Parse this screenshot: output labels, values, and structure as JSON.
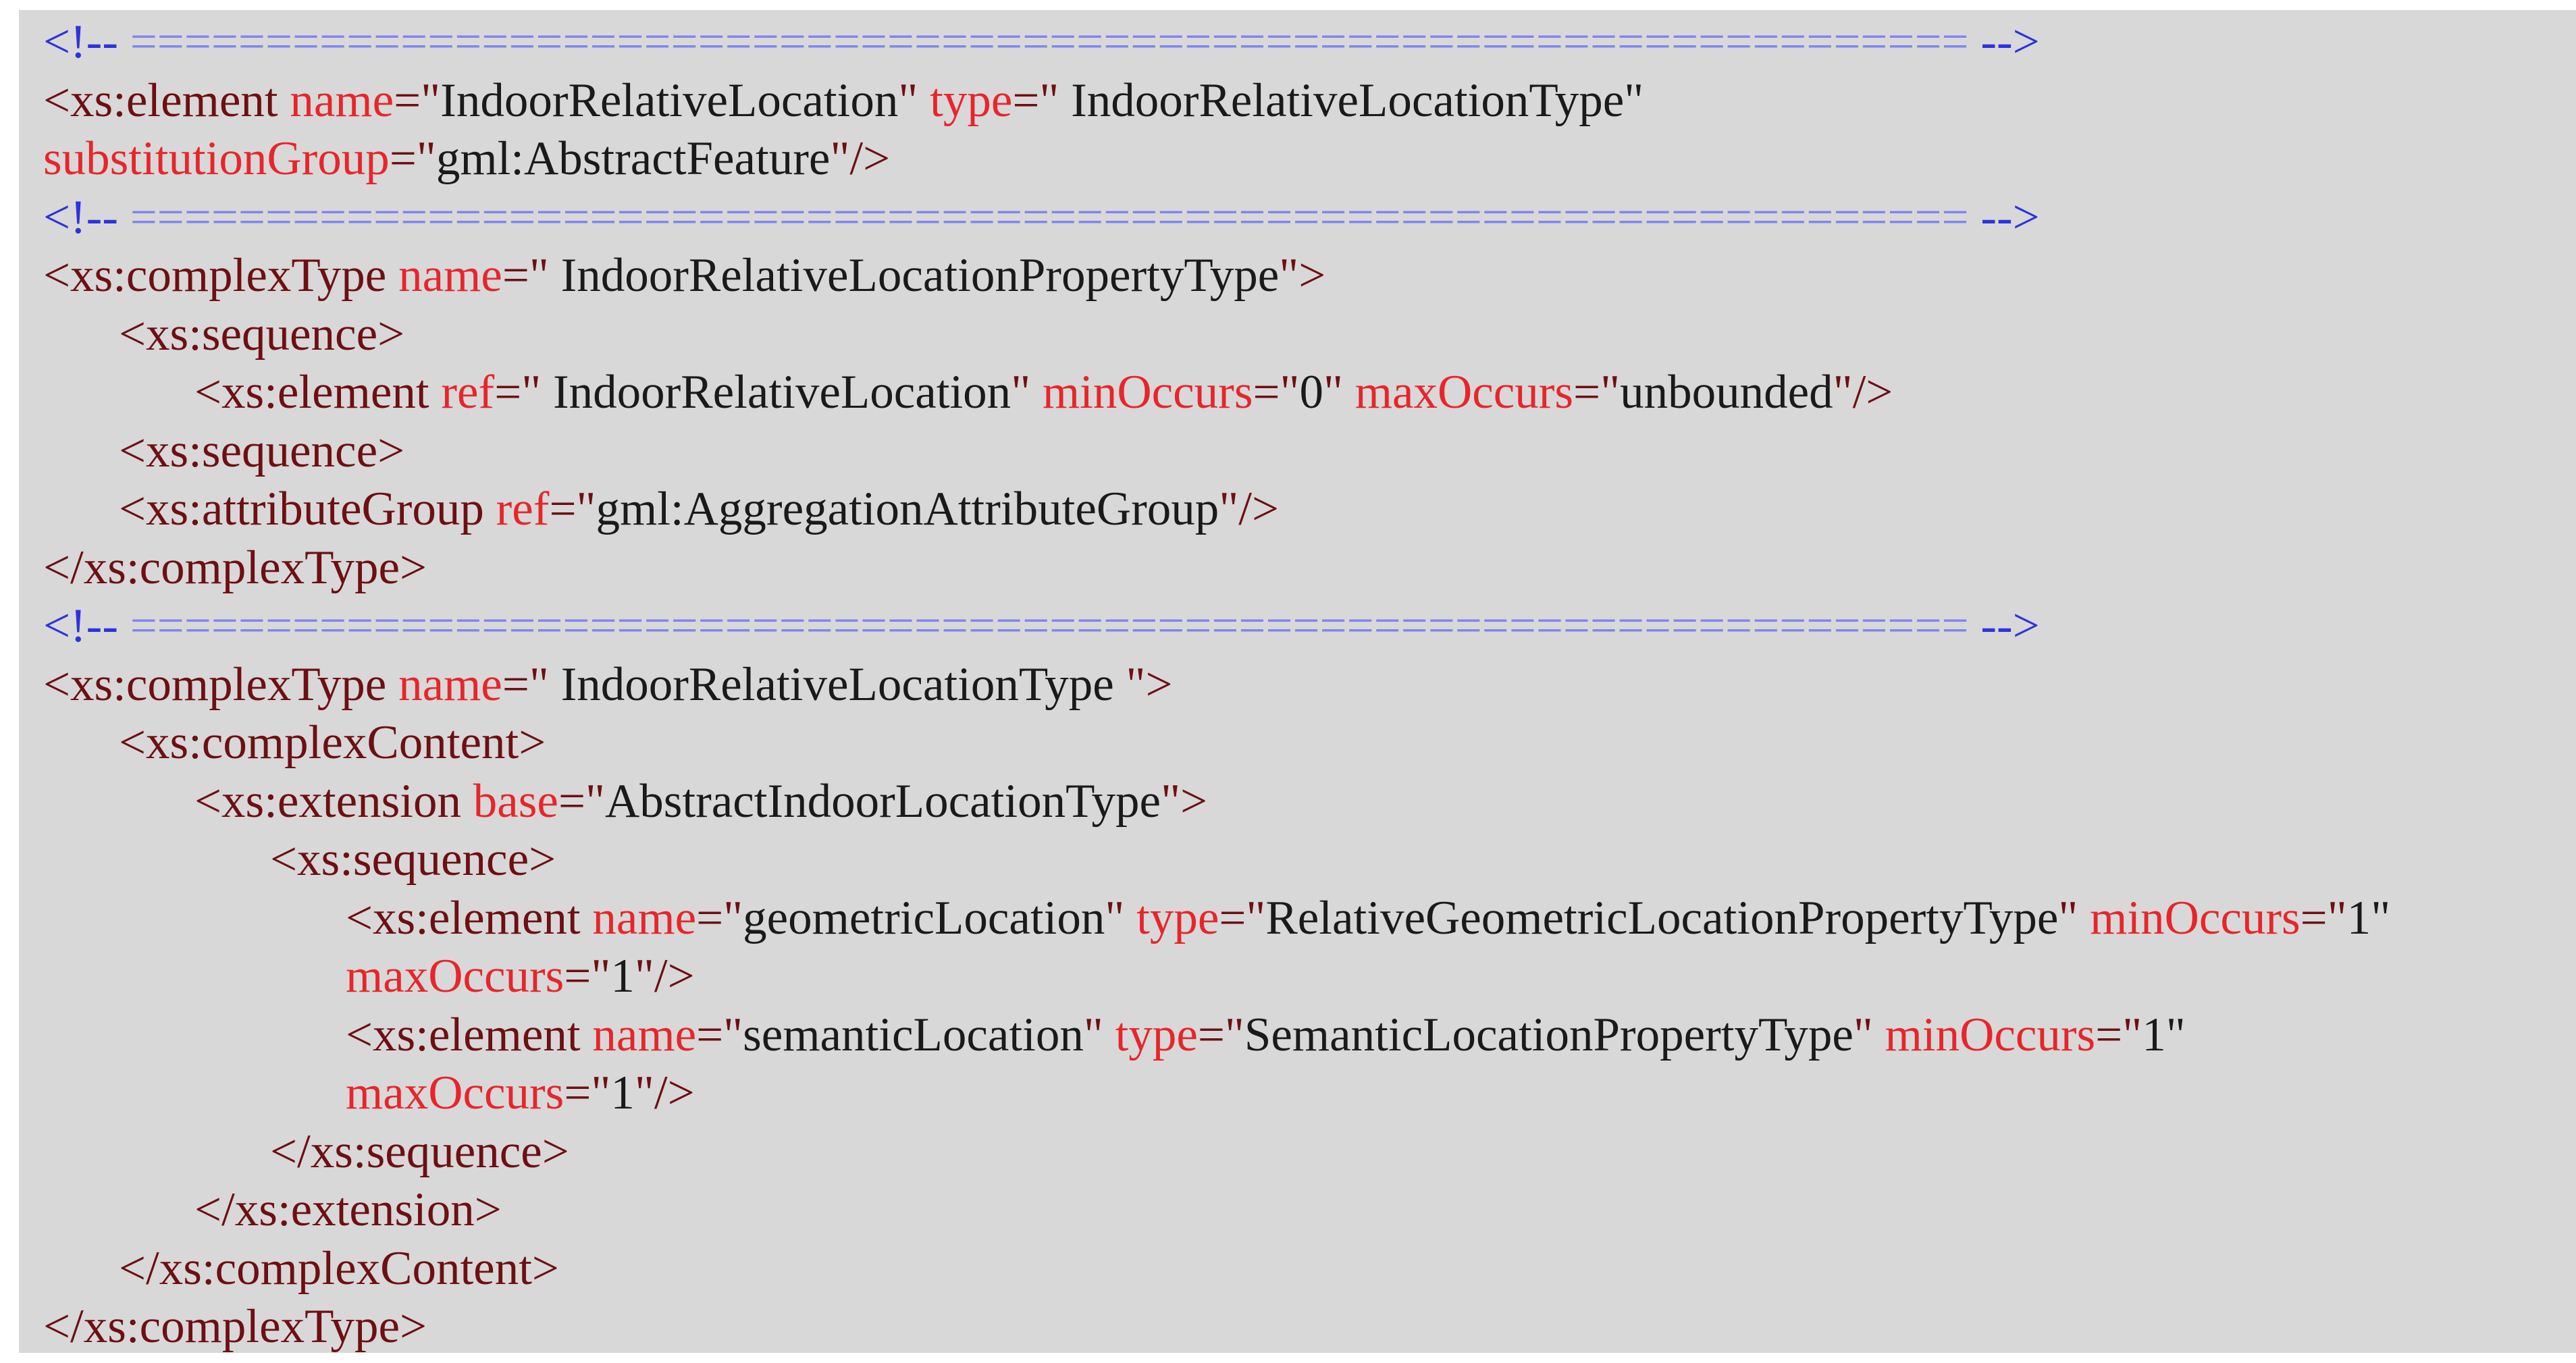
{
  "document": {
    "comment_open": "<!--",
    "comment_rule": " ==================================================================== ",
    "comment_close": "-->",
    "lines": [
      {
        "indent": 0,
        "tokens": [
          {
            "k": "comment-delim",
            "t": "<!--"
          },
          {
            "k": "comment-rule",
            "t": " ==================================================================== "
          },
          {
            "k": "comment-delim",
            "t": "-->"
          }
        ]
      },
      {
        "indent": 0,
        "tokens": [
          {
            "k": "tag",
            "t": "<xs:element "
          },
          {
            "k": "attr",
            "t": "name"
          },
          {
            "k": "tag",
            "t": "=\""
          },
          {
            "k": "val",
            "t": "IndoorRelativeLocation"
          },
          {
            "k": "tag",
            "t": "\" "
          },
          {
            "k": "attr",
            "t": "type"
          },
          {
            "k": "tag",
            "t": "=\""
          },
          {
            "k": "val",
            "t": " IndoorRelativeLocationType\""
          }
        ]
      },
      {
        "indent": 0,
        "tokens": [
          {
            "k": "attr",
            "t": "substitutionGroup"
          },
          {
            "k": "tag",
            "t": "=\""
          },
          {
            "k": "val",
            "t": "gml:AbstractFeature"
          },
          {
            "k": "tag",
            "t": "\"/>"
          }
        ]
      },
      {
        "indent": 0,
        "tokens": [
          {
            "k": "comment-delim",
            "t": "<!--"
          },
          {
            "k": "comment-rule",
            "t": " ==================================================================== "
          },
          {
            "k": "comment-delim",
            "t": "-->"
          }
        ]
      },
      {
        "indent": 0,
        "tokens": [
          {
            "k": "tag",
            "t": "<xs:complexType "
          },
          {
            "k": "attr",
            "t": "name"
          },
          {
            "k": "tag",
            "t": "=\""
          },
          {
            "k": "val",
            "t": " IndoorRelativeLocationPropertyType"
          },
          {
            "k": "tag",
            "t": "\">"
          }
        ]
      },
      {
        "indent": 1,
        "tokens": [
          {
            "k": "tag",
            "t": "<xs:sequence>"
          }
        ]
      },
      {
        "indent": 2,
        "tokens": [
          {
            "k": "tag",
            "t": "<xs:element "
          },
          {
            "k": "attr",
            "t": "ref"
          },
          {
            "k": "tag",
            "t": "=\""
          },
          {
            "k": "val",
            "t": " IndoorRelativeLocation"
          },
          {
            "k": "tag",
            "t": "\" "
          },
          {
            "k": "attr",
            "t": "minOccurs"
          },
          {
            "k": "tag",
            "t": "=\""
          },
          {
            "k": "val",
            "t": "0"
          },
          {
            "k": "tag",
            "t": "\" "
          },
          {
            "k": "attr",
            "t": "maxOccurs"
          },
          {
            "k": "tag",
            "t": "=\""
          },
          {
            "k": "val",
            "t": "unbounded"
          },
          {
            "k": "tag",
            "t": "\"/>"
          }
        ]
      },
      {
        "indent": 1,
        "tokens": [
          {
            "k": "tag",
            "t": "<xs:sequence>"
          }
        ]
      },
      {
        "indent": 1,
        "tokens": [
          {
            "k": "tag",
            "t": "<xs:attributeGroup "
          },
          {
            "k": "attr",
            "t": "ref"
          },
          {
            "k": "tag",
            "t": "=\""
          },
          {
            "k": "val",
            "t": "gml:AggregationAttributeGroup"
          },
          {
            "k": "tag",
            "t": "\"/>"
          }
        ]
      },
      {
        "indent": 0,
        "tokens": [
          {
            "k": "tag",
            "t": "</xs:complexType>"
          }
        ]
      },
      {
        "indent": 0,
        "tokens": [
          {
            "k": "comment-delim",
            "t": "<!--"
          },
          {
            "k": "comment-rule",
            "t": " ==================================================================== "
          },
          {
            "k": "comment-delim",
            "t": "-->"
          }
        ]
      },
      {
        "indent": 0,
        "tokens": [
          {
            "k": "tag",
            "t": "<xs:complexType "
          },
          {
            "k": "attr",
            "t": "name"
          },
          {
            "k": "tag",
            "t": "=\""
          },
          {
            "k": "val",
            "t": " IndoorRelativeLocationType "
          },
          {
            "k": "tag",
            "t": "\">"
          }
        ]
      },
      {
        "indent": 1,
        "tokens": [
          {
            "k": "tag",
            "t": "<xs:complexContent>"
          }
        ]
      },
      {
        "indent": 2,
        "tokens": [
          {
            "k": "tag",
            "t": "<xs:extension "
          },
          {
            "k": "attr",
            "t": "base"
          },
          {
            "k": "tag",
            "t": "=\""
          },
          {
            "k": "val",
            "t": "AbstractIndoorLocationType"
          },
          {
            "k": "tag",
            "t": "\">"
          }
        ]
      },
      {
        "indent": 3,
        "tokens": [
          {
            "k": "tag",
            "t": "<xs:sequence>"
          }
        ]
      },
      {
        "indent": 4,
        "tokens": [
          {
            "k": "tag",
            "t": "<xs:element "
          },
          {
            "k": "attr",
            "t": "name"
          },
          {
            "k": "tag",
            "t": "=\""
          },
          {
            "k": "val",
            "t": "geometricLocation"
          },
          {
            "k": "tag",
            "t": "\" "
          },
          {
            "k": "attr",
            "t": "type"
          },
          {
            "k": "tag",
            "t": "=\""
          },
          {
            "k": "val",
            "t": "RelativeGeometricLocationPropertyType"
          },
          {
            "k": "tag",
            "t": "\" "
          },
          {
            "k": "attr",
            "t": "minOccurs"
          },
          {
            "k": "tag",
            "t": "=\""
          },
          {
            "k": "val",
            "t": "1\""
          }
        ]
      },
      {
        "indent": 4,
        "tokens": [
          {
            "k": "attr",
            "t": "maxOccurs"
          },
          {
            "k": "tag",
            "t": "=\""
          },
          {
            "k": "val",
            "t": "1"
          },
          {
            "k": "tag",
            "t": "\"/>"
          }
        ]
      },
      {
        "indent": 4,
        "tokens": [
          {
            "k": "tag",
            "t": "<xs:element "
          },
          {
            "k": "attr",
            "t": "name"
          },
          {
            "k": "tag",
            "t": "=\""
          },
          {
            "k": "val",
            "t": "semanticLocation"
          },
          {
            "k": "tag",
            "t": "\" "
          },
          {
            "k": "attr",
            "t": "type"
          },
          {
            "k": "tag",
            "t": "=\""
          },
          {
            "k": "val",
            "t": "SemanticLocationPropertyType"
          },
          {
            "k": "tag",
            "t": "\" "
          },
          {
            "k": "attr",
            "t": "minOccurs"
          },
          {
            "k": "tag",
            "t": "=\""
          },
          {
            "k": "val",
            "t": "1\""
          }
        ]
      },
      {
        "indent": 4,
        "tokens": [
          {
            "k": "attr",
            "t": "maxOccurs"
          },
          {
            "k": "tag",
            "t": "=\""
          },
          {
            "k": "val",
            "t": "1"
          },
          {
            "k": "tag",
            "t": "\"/>"
          }
        ]
      },
      {
        "indent": 3,
        "tokens": [
          {
            "k": "tag",
            "t": "</xs:sequence>"
          }
        ]
      },
      {
        "indent": 2,
        "tokens": [
          {
            "k": "tag",
            "t": "</xs:extension>"
          }
        ]
      },
      {
        "indent": 1,
        "tokens": [
          {
            "k": "tag",
            "t": "</xs:complexContent>"
          }
        ]
      },
      {
        "indent": 0,
        "tokens": [
          {
            "k": "tag",
            "t": "</xs:complexType>"
          }
        ]
      }
    ]
  },
  "colors": {
    "panel_background": "#d8d8d8",
    "tag": "#6e0f12",
    "attribute": "#e8252a",
    "value": "#1a1a1a",
    "comment_delimiter": "#2b33e0",
    "comment_rule": "#8086ee"
  }
}
